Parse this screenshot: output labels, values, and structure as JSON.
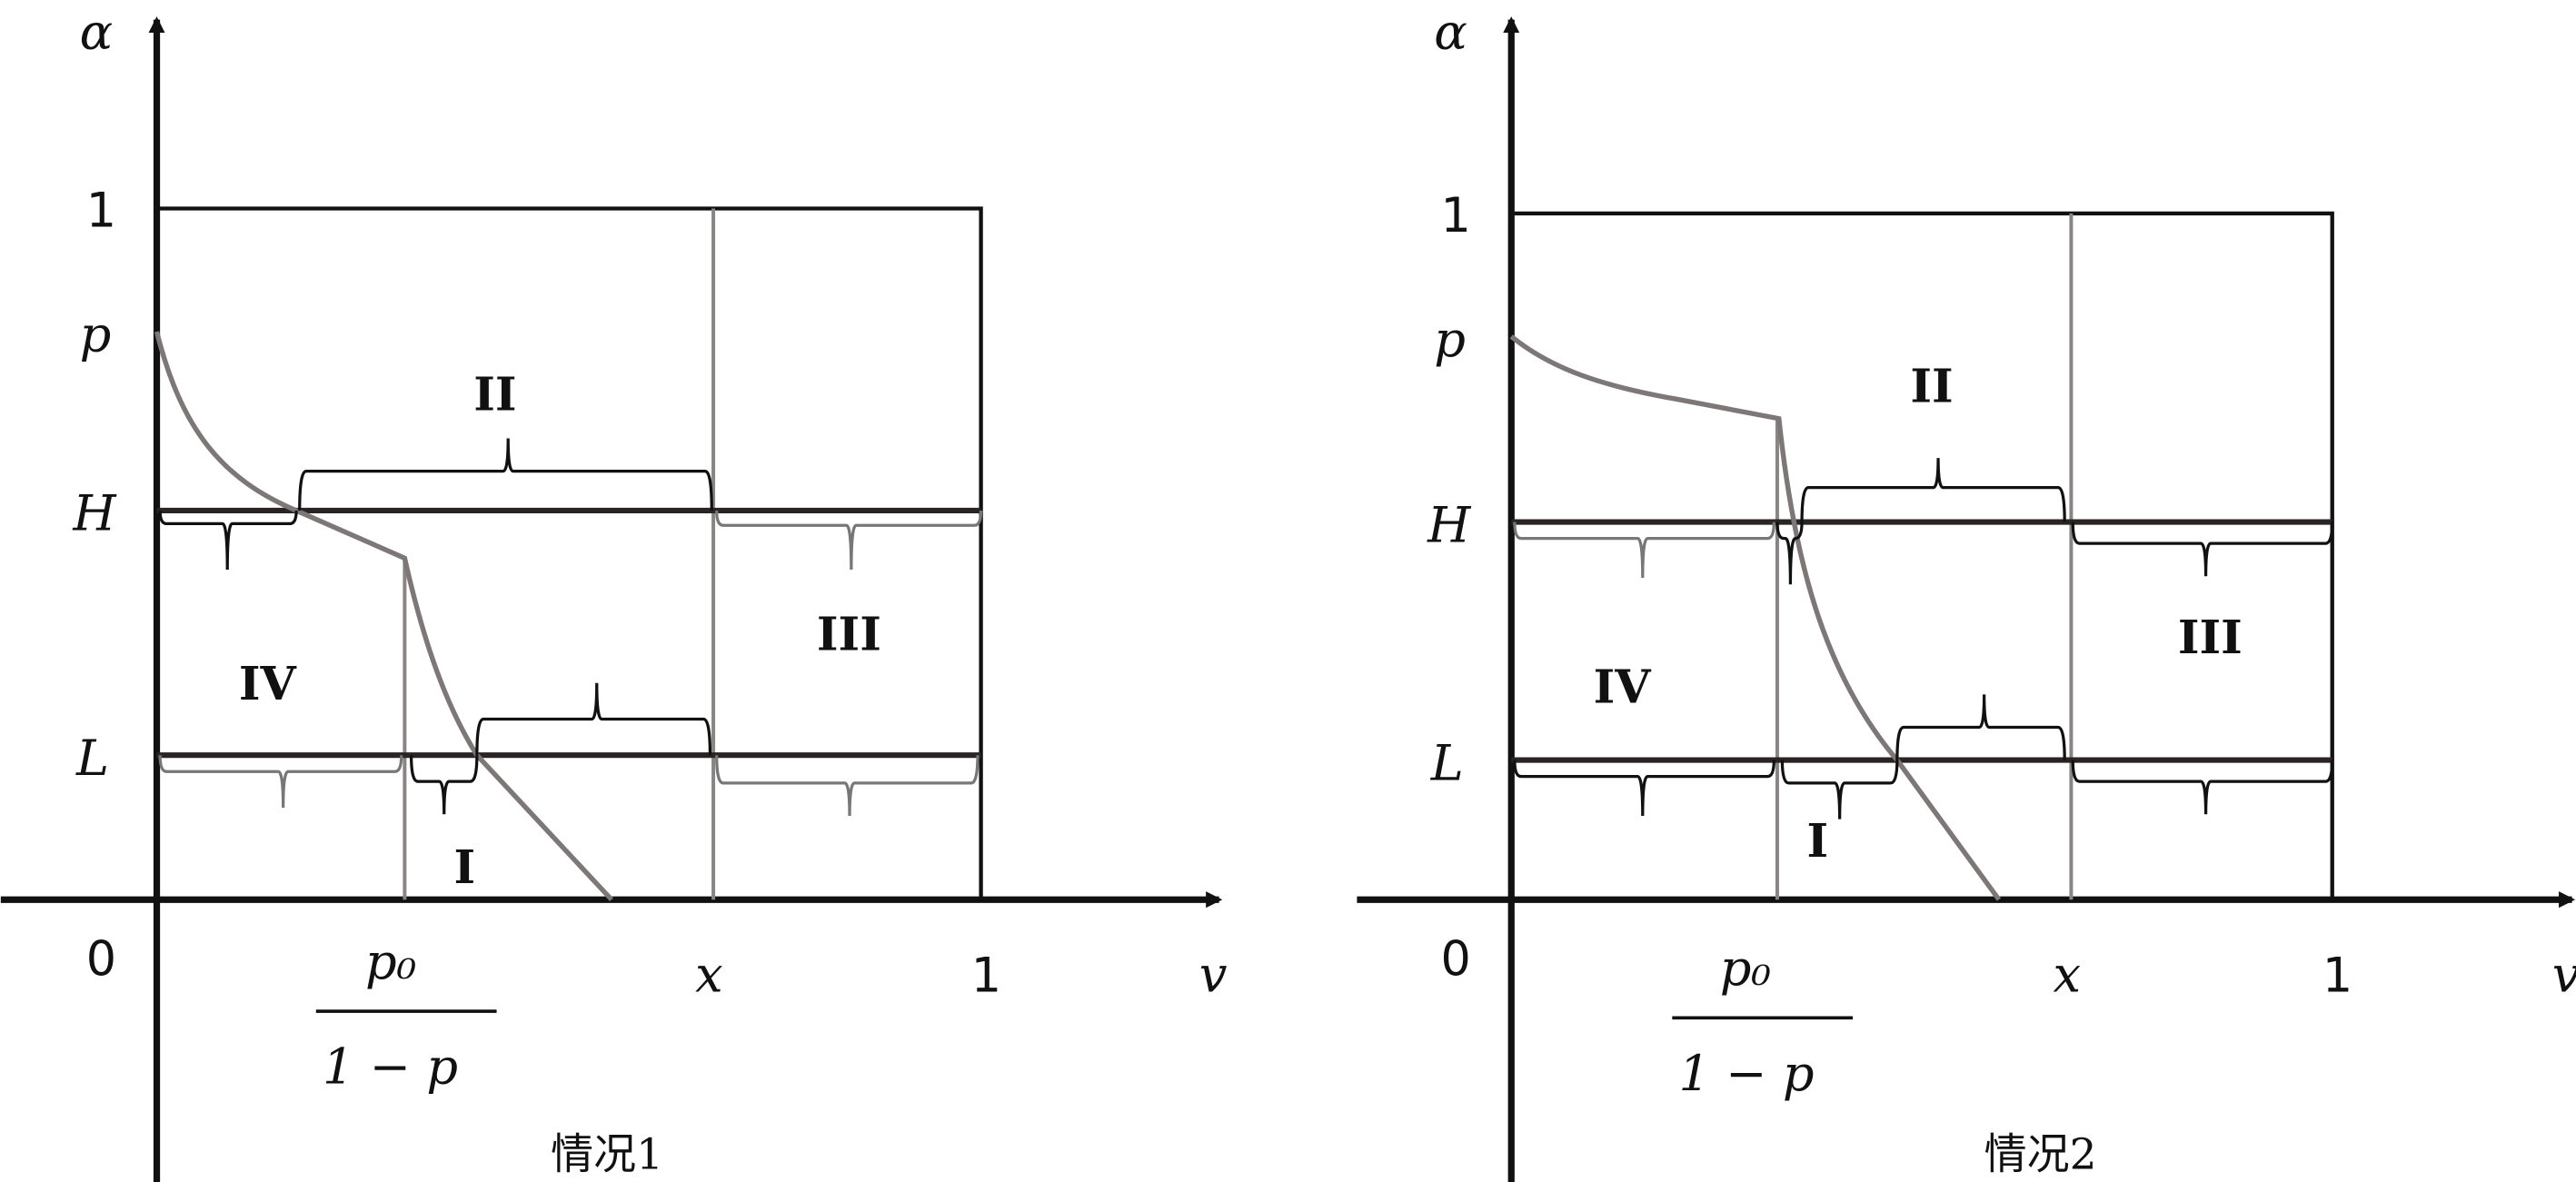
{
  "panels": [
    {
      "caption": "情况1",
      "y_axis_label": "α",
      "x_axis_label": "v",
      "y_ticks": {
        "one": "1",
        "p": "p",
        "H": "H",
        "L": "L",
        "zero": "0"
      },
      "x_ticks": {
        "p0_numerator": "p₀",
        "p0_denominator": "1 − p",
        "x": "x",
        "one": "1"
      },
      "regions": {
        "I": "I",
        "II": "II",
        "III": "III",
        "IV": "IV"
      }
    },
    {
      "caption": "情况2",
      "y_axis_label": "α",
      "x_axis_label": "v",
      "y_ticks": {
        "one": "1",
        "p": "p",
        "H": "H",
        "L": "L",
        "zero": "0"
      },
      "x_ticks": {
        "p0_numerator": "p₀",
        "p0_denominator": "1 − p",
        "x": "x",
        "one": "1"
      },
      "regions": {
        "I": "I",
        "II": "II",
        "III": "III",
        "IV": "IV"
      }
    }
  ]
}
